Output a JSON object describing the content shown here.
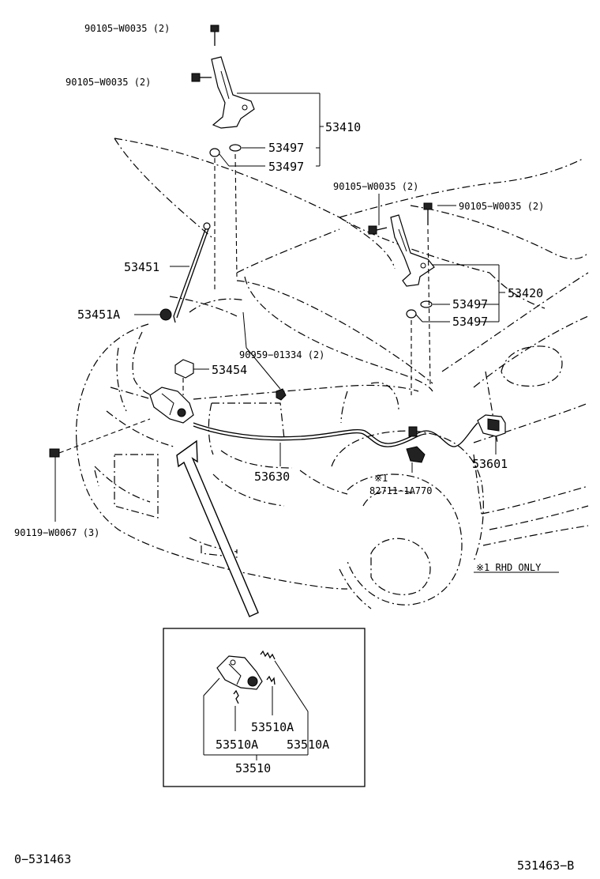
{
  "labels": {
    "bolt_top": "90105−W0035 (2)",
    "bolt_top2": "90105−W0035 (2)",
    "hinge_lh": "53410",
    "washer_a": "53497",
    "washer_b": "53497",
    "bolt_rh1": "90105−W0035 (2)",
    "bolt_rh2": "90105−W0035 (2)",
    "hinge_rh": "53420",
    "washer_c": "53497",
    "washer_d": "53497",
    "hood_rod": "53451",
    "rod_holder": "53451A",
    "clip": "90959−01334 (2)",
    "lock_support": "53454",
    "release_cable": "53630",
    "release_lever": "53601",
    "note_mark": "※1",
    "switch": "82711−1A770",
    "bolt_lock": "90119−W0067 (3)",
    "rhd_note": "※1 RHD  ONLY",
    "spring_1": "53510A",
    "spring_2": "53510A",
    "spring_3": "53510A",
    "lock_assy": "53510",
    "code_left": "0−531463",
    "code_right": "531463−B"
  }
}
